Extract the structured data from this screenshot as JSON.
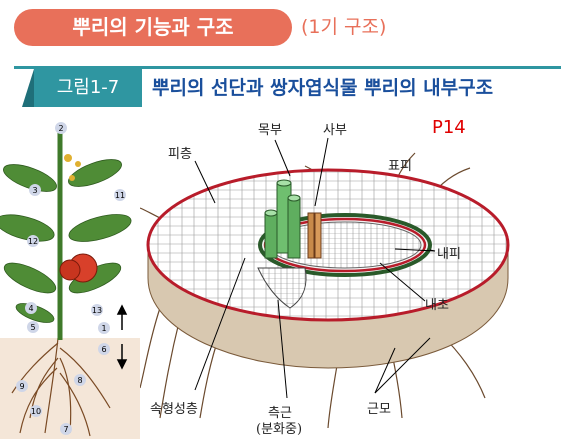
{
  "header": {
    "title": "뿌리의 기능과 구조",
    "subtitle": "(1기 구조)"
  },
  "figure": {
    "tag": "그림1-7",
    "title": "뿌리의 선단과 쌍자엽식물 뿌리의 내부구조",
    "page_ref": "P14"
  },
  "plant_markers": [
    "2",
    "3",
    "11",
    "12",
    "4",
    "13",
    "5",
    "1",
    "6",
    "9",
    "8",
    "10",
    "7"
  ],
  "root_labels": {
    "xylem": "목부",
    "phloem": "사부",
    "cortex": "피층",
    "epidermis": "표피",
    "endodermis": "내피",
    "pericycle": "내초",
    "cambium": "속형성층",
    "lateral_root_1": "측근",
    "lateral_root_2": "(분화중)",
    "root_hair": "근모"
  }
}
